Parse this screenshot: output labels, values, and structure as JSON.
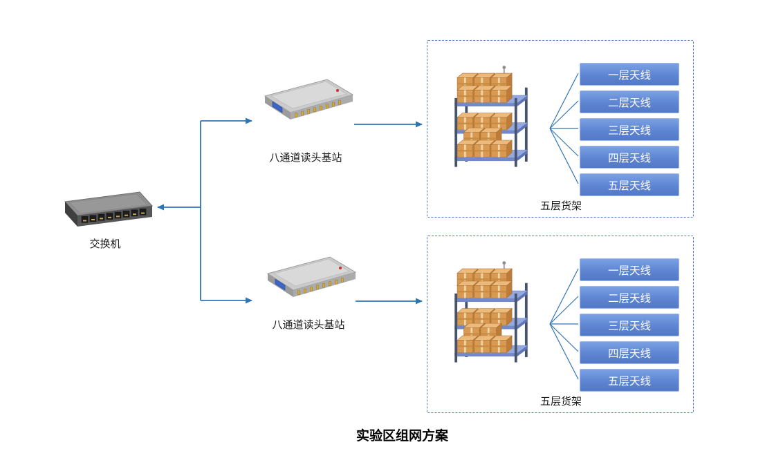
{
  "title": "实验区组网方案",
  "switch": {
    "label": "交换机"
  },
  "readers": {
    "top": {
      "label": "八通道读头基站"
    },
    "bottom": {
      "label": "八通道读头基站"
    }
  },
  "racks": {
    "top": {
      "label": "五层货架",
      "antennas": [
        "一层天线",
        "二层天线",
        "三层天线",
        "四层天线",
        "五层天线"
      ]
    },
    "bottom": {
      "label": "五层货架",
      "antennas": [
        "一层天线",
        "二层天线",
        "三层天线",
        "四层天线",
        "五层天线"
      ]
    }
  },
  "icons": {
    "switch_image": "network-switch-photo",
    "reader_image": "rfid-reader-device",
    "rack_image": "warehouse-shelf-with-boxes"
  },
  "colors": {
    "connector_line": "#2E75B6",
    "dashed_border": "#4F7ED0",
    "antenna_fill_top": "#7BA0E4",
    "antenna_fill_bottom": "#5479C6",
    "antenna_text": "#FFFFFF"
  }
}
